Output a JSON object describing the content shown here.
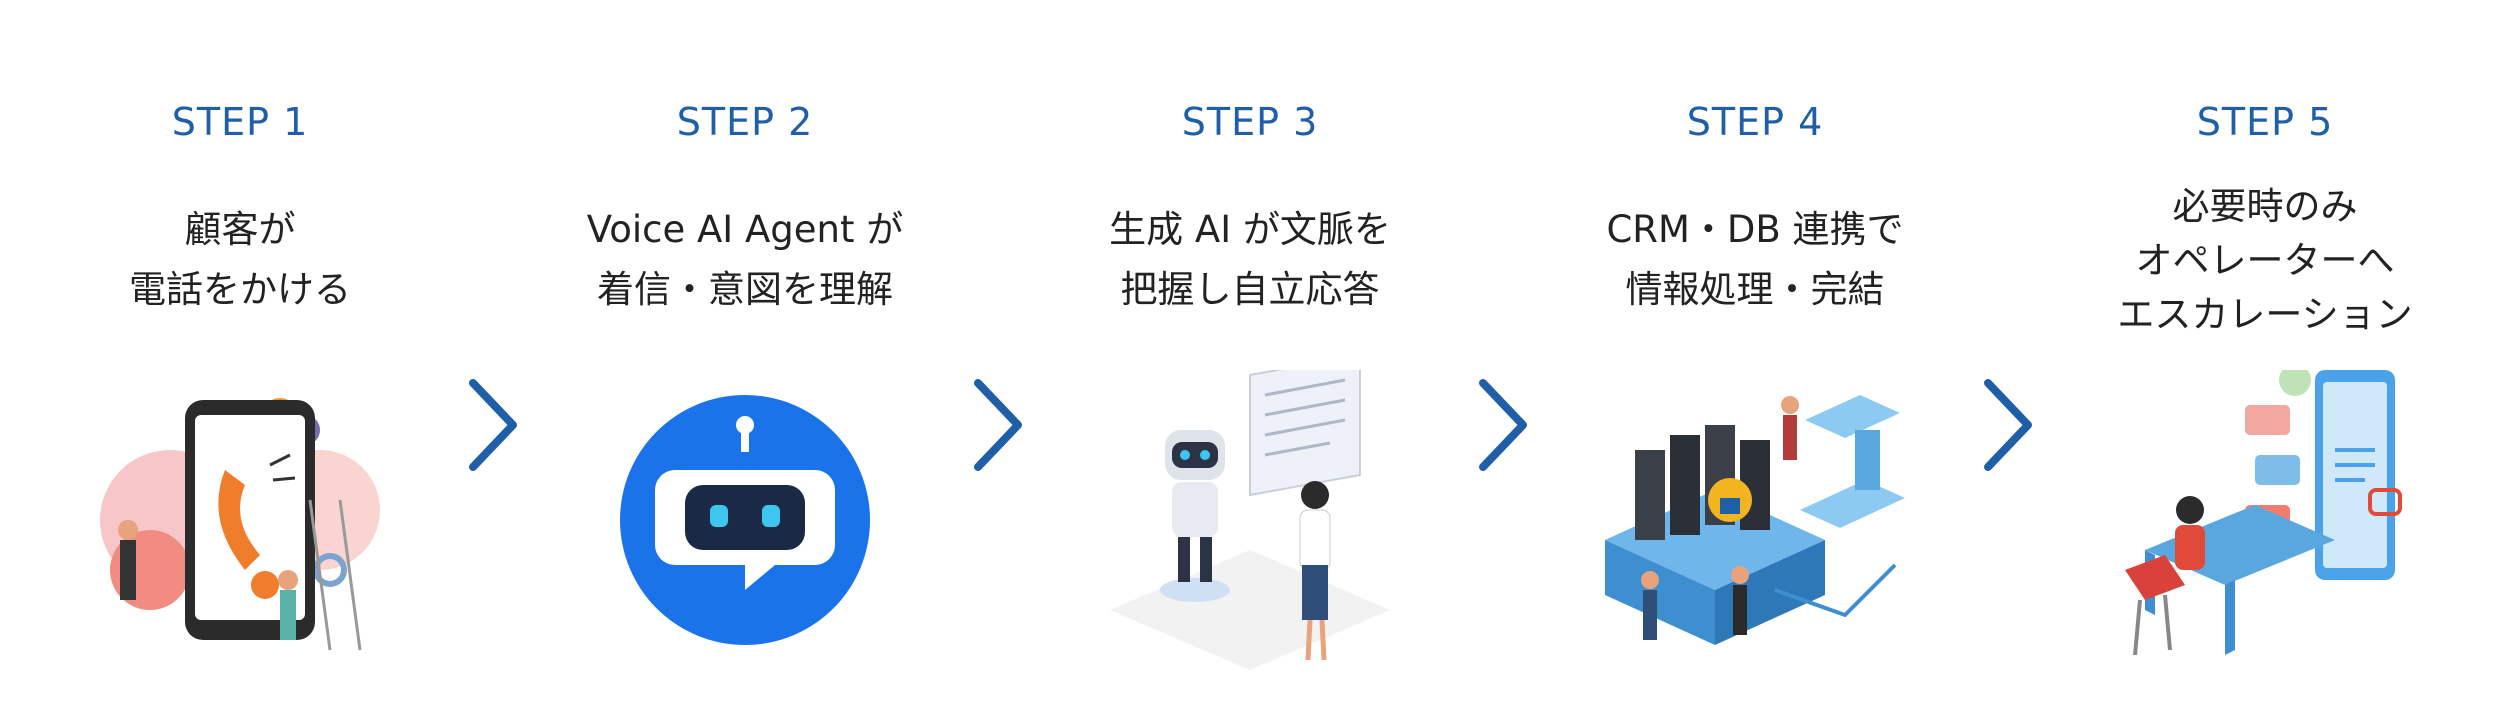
{
  "steps": [
    {
      "label": "STEP 1",
      "lines": [
        "顧客が",
        "電話をかける"
      ],
      "icon": "phone-call-icon"
    },
    {
      "label": "STEP 2",
      "lines": [
        "Voice AI Agent が",
        "着信・意図を理解"
      ],
      "icon": "robot-icon"
    },
    {
      "label": "STEP 3",
      "lines": [
        "生成 AI が文脈を",
        "把握し自立応答"
      ],
      "icon": "robot-consult-icon"
    },
    {
      "label": "STEP 4",
      "lines": [
        "CRM・DB 連携で",
        "情報処理・完結"
      ],
      "icon": "server-security-icon"
    },
    {
      "label": "STEP 5",
      "lines": [
        "必要時のみ",
        "オペレーターへ",
        "エスカレーション"
      ],
      "icon": "operator-icon"
    }
  ],
  "colors": {
    "accent": "#1f5fa8",
    "robot_bg": "#1a73e8",
    "text": "#222222"
  }
}
